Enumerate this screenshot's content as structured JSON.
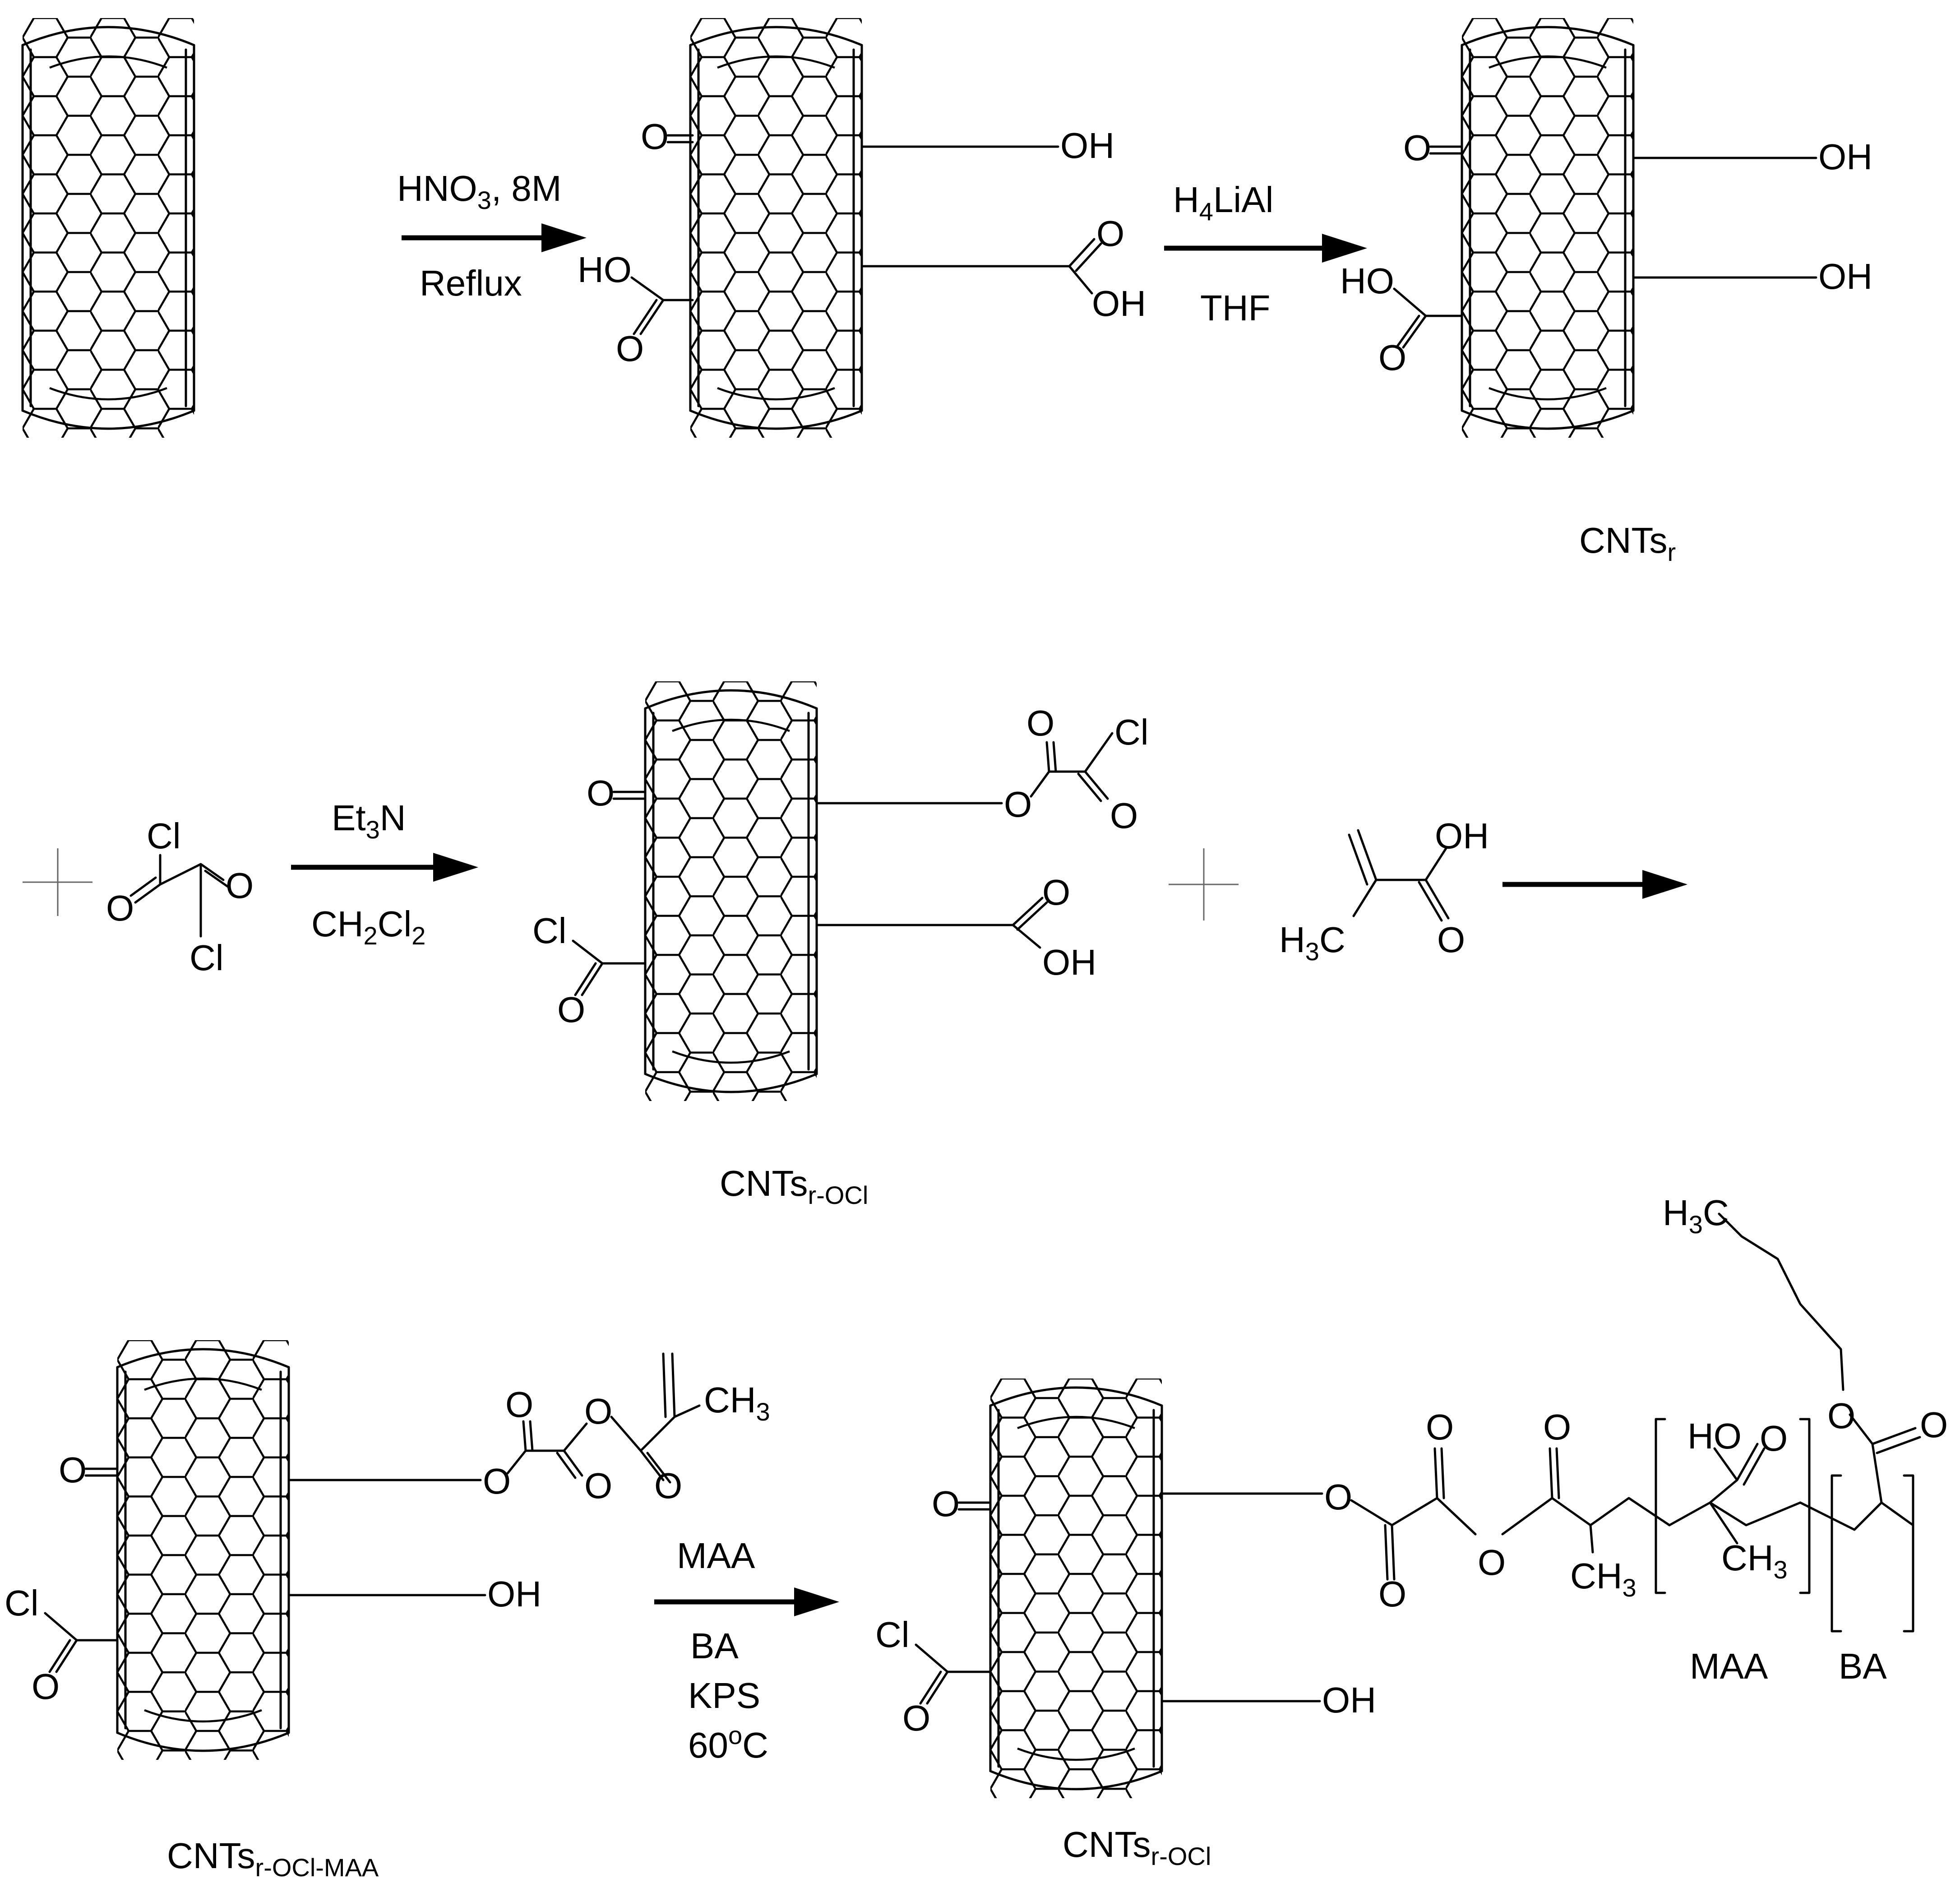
{
  "labels": {
    "cnt_r": "CNTs",
    "cnt_r_sub": "r",
    "cnt_r_ocl": "CNTs",
    "cnt_r_ocl_sub": "r-OCl",
    "cnt_r_ocl_maa": "CNTs",
    "cnt_r_ocl_maa_sub": "r-OCl-MAA",
    "cnt_final": "CNTs",
    "cnt_final_sub": "r-OCl",
    "maa_unit": "MAA",
    "ba_unit": "BA"
  },
  "conditions": {
    "step1_reagent_pre": "HNO",
    "step1_reagent_sub": "3",
    "step1_reagent_post": ", 8M",
    "step1_condition": "Reflux",
    "step2_reagent_pre": "H",
    "step2_reagent_sub": "4",
    "step2_reagent_post": "LiAl",
    "step2_solvent": "THF",
    "step3_reagent_pre": "Et",
    "step3_reagent_sub": "3",
    "step3_reagent_post": "N",
    "step3_solvent_a": "CH",
    "step3_solvent_sub1": "2",
    "step3_solvent_b": "Cl",
    "step3_solvent_sub2": "2",
    "step5_line1": "MAA",
    "step5_line2": "BA",
    "step5_line3": "KPS",
    "step5_line4_pre": "60",
    "step5_line4_sup": "o",
    "step5_line4_post": "C"
  },
  "groups": {
    "oxo": "O",
    "hydroxyl_left": "HO",
    "hydroxyl_right": "OH",
    "carbonyl_o": "O",
    "chloro": "Cl",
    "oxygen": "O",
    "methyl_h": "H",
    "methyl_sub": "3",
    "methyl_c": "C",
    "ch": "CH",
    "ch_sub": "3"
  }
}
